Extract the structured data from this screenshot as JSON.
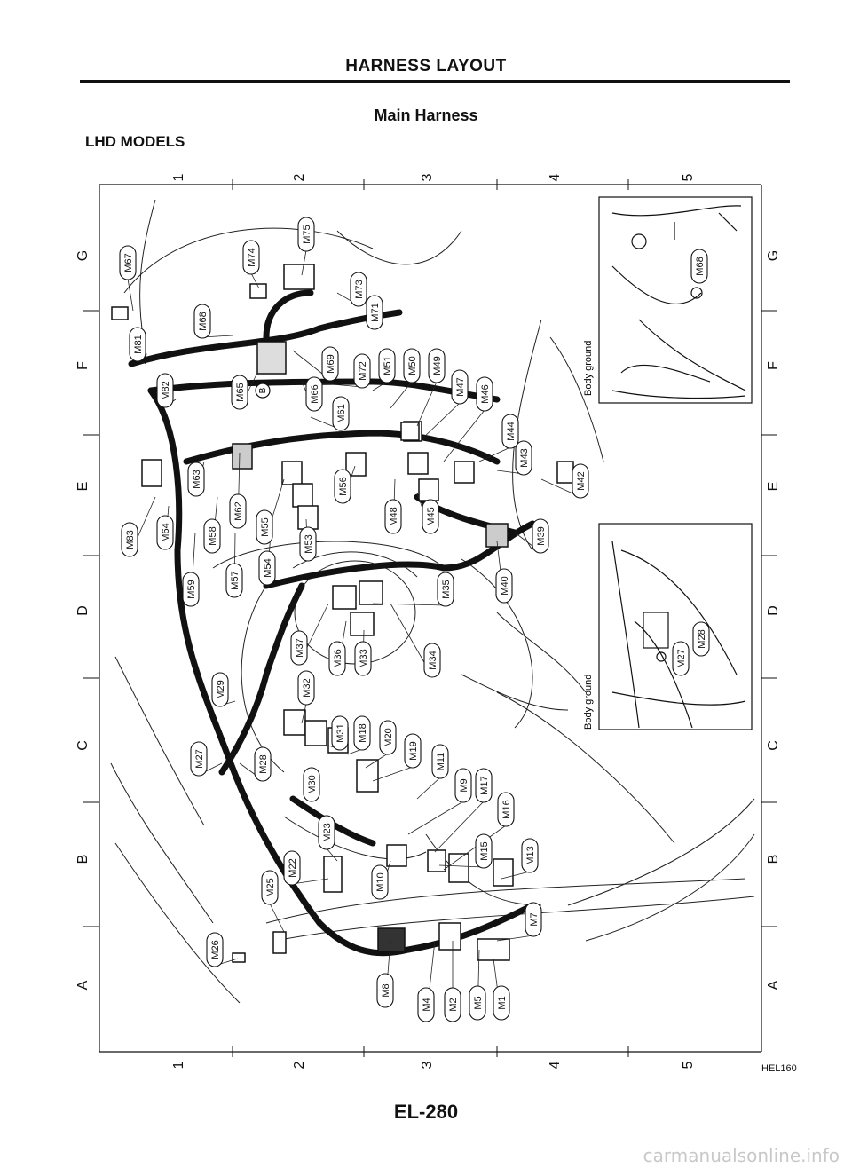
{
  "header": {
    "title": "HARNESS LAYOUT"
  },
  "diagram": {
    "title": "Main Harness",
    "model_label": "LHD MODELS",
    "grid_columns": [
      "1",
      "2",
      "3",
      "4",
      "5"
    ],
    "grid_rows": [
      "G",
      "F",
      "E",
      "D",
      "C",
      "B",
      "A"
    ],
    "connectors": [
      "M75",
      "M74",
      "M67",
      "M73",
      "M68",
      "M71",
      "M81",
      "M69",
      "M72",
      "M51",
      "M50",
      "M49",
      "M47",
      "M46",
      "M65",
      "M66",
      "M82",
      "M61",
      "M44",
      "M43",
      "M63",
      "M42",
      "M62",
      "M56",
      "M48",
      "M45",
      "M83",
      "M64",
      "M58",
      "M55",
      "M53",
      "M39",
      "M59",
      "M57",
      "M54",
      "M35",
      "M40",
      "M37",
      "M36",
      "M33",
      "M34",
      "M32",
      "M31",
      "M18",
      "M20",
      "M29",
      "M19",
      "M11",
      "M27",
      "M28",
      "M30",
      "M9",
      "M17",
      "M23",
      "M16",
      "M22",
      "M15",
      "M25",
      "M13",
      "M10",
      "M7",
      "M26",
      "M8",
      "M4",
      "M2",
      "M5",
      "M1"
    ],
    "inset_top": {
      "connector": "M68",
      "label": "Body ground",
      "marker": "B"
    },
    "inset_bottom": {
      "connectors": [
        "M28",
        "M27"
      ],
      "label": "Body ground"
    },
    "figure_code": "HEL160"
  },
  "footer": {
    "page_number": "EL-280",
    "watermark": "carmanualsonline.info"
  }
}
